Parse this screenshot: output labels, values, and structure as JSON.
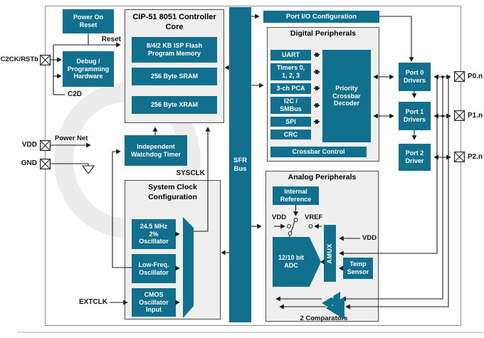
{
  "colors": {
    "teal": "#11708E",
    "container_bg": "#EFEFEF",
    "line": "#1A1A1A",
    "border_gray": "#8F8F8F"
  },
  "pins": {
    "c2ck": "C2CK/RSTb",
    "vdd": "VDD",
    "gnd": "GND",
    "p0": "P0.n",
    "p1": "P1.n",
    "p2": "P2.n"
  },
  "labels": {
    "reset": "Reset",
    "c2d": "C2D",
    "power_net": "Power Net",
    "sysclk": "SYSCLK",
    "extclk": "EXTCLK"
  },
  "blocks": {
    "por": "Power On\nReset",
    "debug": "Debug /\nProgramming\nHardware",
    "wdt": "Independent\nWatchdog Timer",
    "sfr": "SFR\nBus",
    "portio": "Port I/O Configuration",
    "port0": "Port 0\nDrivers",
    "port1": "Port 1\nDrivers",
    "port2": "Port 2\nDriver"
  },
  "core": {
    "title": "CIP-51 8051 Controller\nCore",
    "flash": "8/4/2 KB ISP Flash\nProgram Memory",
    "sram": "256 Byte SRAM",
    "xram": "256 Byte XRAM"
  },
  "digital": {
    "title": "Digital Peripherals",
    "uart": "UART",
    "timers": "Timers 0,\n1, 2, 3",
    "pca": "3-ch PCA",
    "i2c": "I2C /\nSMBus",
    "spi": "SPI",
    "crc": "CRC",
    "xbar": "Priority\nCrossbar\nDecoder",
    "xbar_ctl": "Crossbar Control"
  },
  "analog": {
    "title": "Analog Peripherals",
    "iref": "Internal\nReference",
    "adc": "12/10 bit\nADC",
    "amux": "AMUX",
    "temp": "Temp\nSensor",
    "vdd_switch": "VDD",
    "vref": "VREF",
    "vdd_amux": "VDD",
    "comparators": "2 Comparators",
    "plus": "+",
    "minus": "-"
  },
  "clock": {
    "title": "System Clock\nConfiguration",
    "hfo": "24.5 MHz\n2%\nOscillator",
    "lfo": "Low-Freq.\nOscillator",
    "cmos": "CMOS\nOscillator\nInput"
  }
}
